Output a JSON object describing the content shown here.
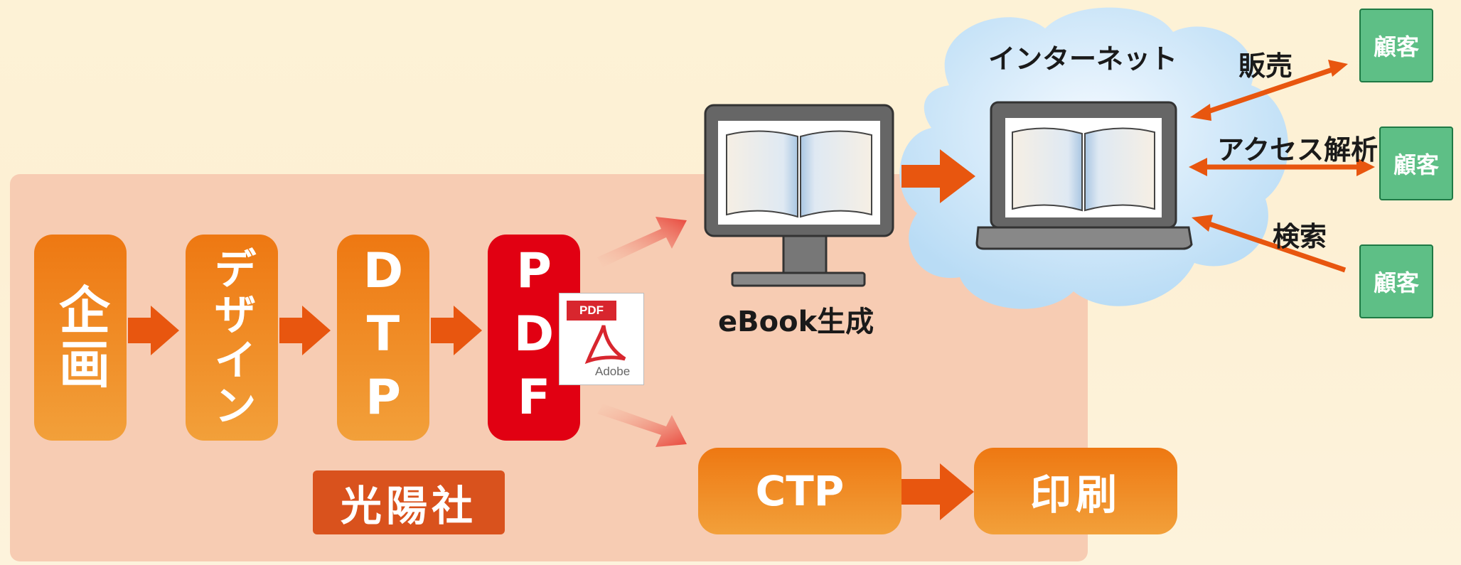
{
  "workflow": {
    "steps": [
      {
        "label": "企画"
      },
      {
        "label": "デザイン"
      },
      {
        "label": "DTP"
      },
      {
        "label": "PDF"
      }
    ],
    "company": "光陽社",
    "pdf_icon": {
      "tab": "PDF",
      "brand": "Adobe"
    }
  },
  "ebook": {
    "caption": "eBook生成"
  },
  "print": {
    "ctp": "CTP",
    "printing": "印刷"
  },
  "internet": {
    "label": "インターネット",
    "actions": {
      "sales": "販売",
      "analytics": "アクセス解析",
      "search": "検索"
    },
    "customers": [
      "顧客",
      "顧客",
      "顧客"
    ]
  },
  "colors": {
    "step_orange": "#ee7812",
    "pdf_red": "#e10012",
    "company_red": "#d9521d",
    "arrow_orange": "#e8560f",
    "customer_green": "#5ebf86",
    "cloud_blue": "#cfe6f7"
  }
}
